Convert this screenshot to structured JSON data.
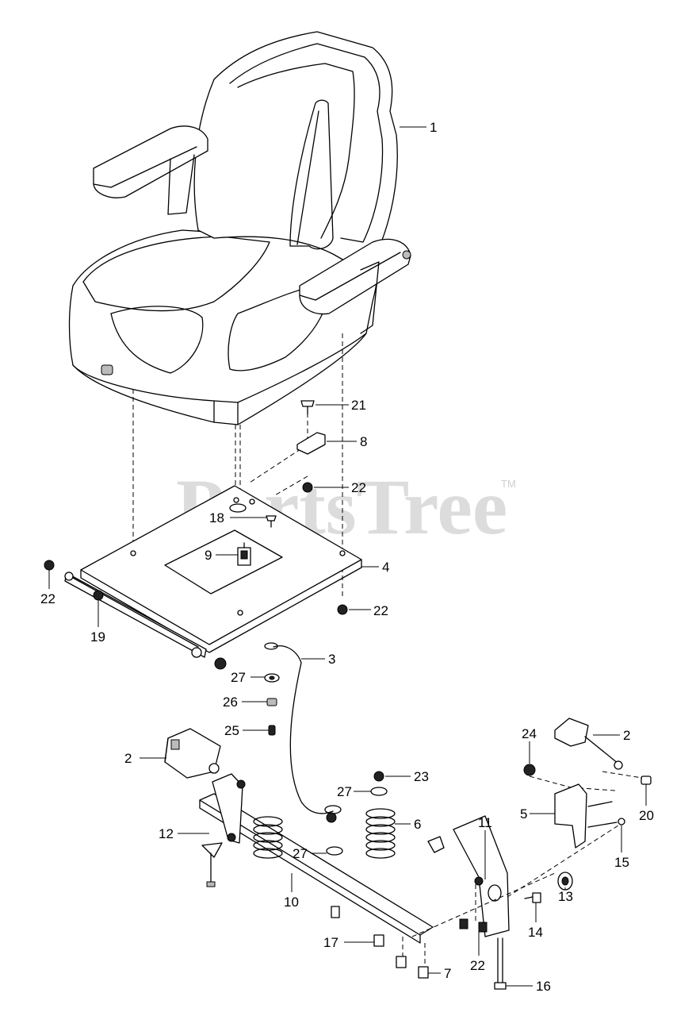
{
  "watermark": {
    "text": "PartsTree",
    "trademark": "TM"
  },
  "callouts": [
    "1",
    "21",
    "8",
    "22",
    "18",
    "9",
    "4",
    "22",
    "22",
    "19",
    "3",
    "27",
    "26",
    "25",
    "2",
    "24",
    "2",
    "23",
    "27",
    "6",
    "11",
    "5",
    "20",
    "12",
    "27",
    "15",
    "13",
    "10",
    "14",
    "17",
    "22",
    "7",
    "16"
  ],
  "colors": {
    "line": "#000000",
    "background": "#ffffff",
    "watermark": "#dcdcdc"
  }
}
